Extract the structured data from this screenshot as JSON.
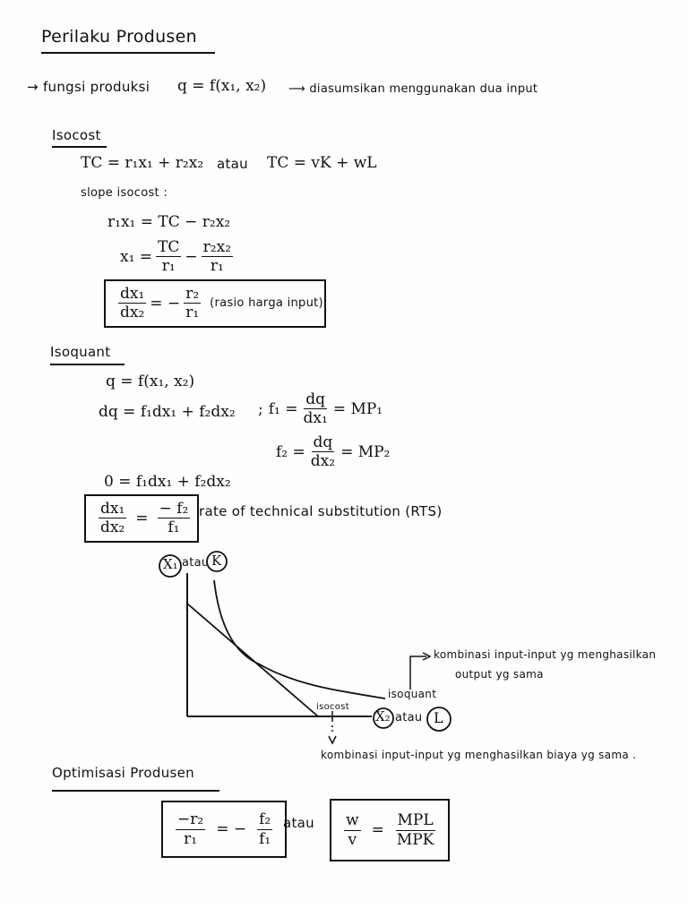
{
  "page": {
    "title": "Perilaku Produsen",
    "production_function": {
      "label": "fungsi produksi",
      "formula": "q = f(x₁, x₂)",
      "note": "diasumsikan menggunakan dua input"
    },
    "isocost": {
      "heading": "Isocost",
      "equation_1": "TC = r₁x₁ + r₂x₂",
      "connector": "atau",
      "equation_2": "TC = vK + wL",
      "slope_label": "slope isocost :",
      "step_1": "r₁x₁ = TC − r₂x₂",
      "step_2_lhs": "x₁ =",
      "step_2_frac1_num": "TC",
      "step_2_frac1_den": "r₁",
      "step_2_minus": "−",
      "step_2_frac2_num": "r₂x₂",
      "step_2_frac2_den": "r₁",
      "result_num": "dx₁",
      "result_den": "dx₂",
      "result_eq": "= −",
      "result_rhs_num": "r₂",
      "result_rhs_den": "r₁",
      "result_note": "(rasio harga input)"
    },
    "isoquant": {
      "heading": "Isoquant",
      "eq_1": "q = f(x₁, x₂)",
      "eq_2": "dq = f₁dx₁ + f₂dx₂",
      "semicolon": ";",
      "f1_lhs": "f₁ =",
      "f1_num": "dq",
      "f1_den": "dx₁",
      "f1_rhs": "= MP₁",
      "f2_lhs": "f₂ =",
      "f2_num": "dq",
      "f2_den": "dx₂",
      "f2_rhs": "= MP₂",
      "eq_3": "0 = f₁dx₁ + f₂dx₂",
      "rts_num": "dx₁",
      "rts_den": "dx₂",
      "rts_eq": "=",
      "rts_rhs_num": "− f₂",
      "rts_rhs_den": "f₁",
      "rts_note": "rate of technical substitution (RTS)"
    },
    "diagram": {
      "y_axis_label_1": "X₁",
      "y_axis_connector": "atau",
      "y_axis_label_2": "K",
      "x_axis_label_1": "X₂",
      "x_axis_connector": "atau",
      "x_axis_label_2": "L",
      "isoquant_label": "isoquant",
      "isocost_label": "isocost",
      "isoquant_note_line1": "kombinasi input-input yg menghasilkan",
      "isoquant_note_line2": "output yg sama",
      "isocost_note": "kombinasi input-input yg menghasilkan biaya yg sama ."
    },
    "optimization": {
      "heading": "Optimisasi Produsen",
      "lhs_num": "−r₂",
      "lhs_den": "r₁",
      "lhs_eq": "= −",
      "lhs_rhs_num": "f₂",
      "lhs_rhs_den": "f₁",
      "connector": "atau",
      "rhs_num": "w",
      "rhs_den": "v",
      "rhs_eq": "=",
      "rhs_rhs_num": "MPL",
      "rhs_rhs_den": "MPK"
    },
    "colors": {
      "ink": "#111111",
      "paper": "#fefefe"
    }
  }
}
